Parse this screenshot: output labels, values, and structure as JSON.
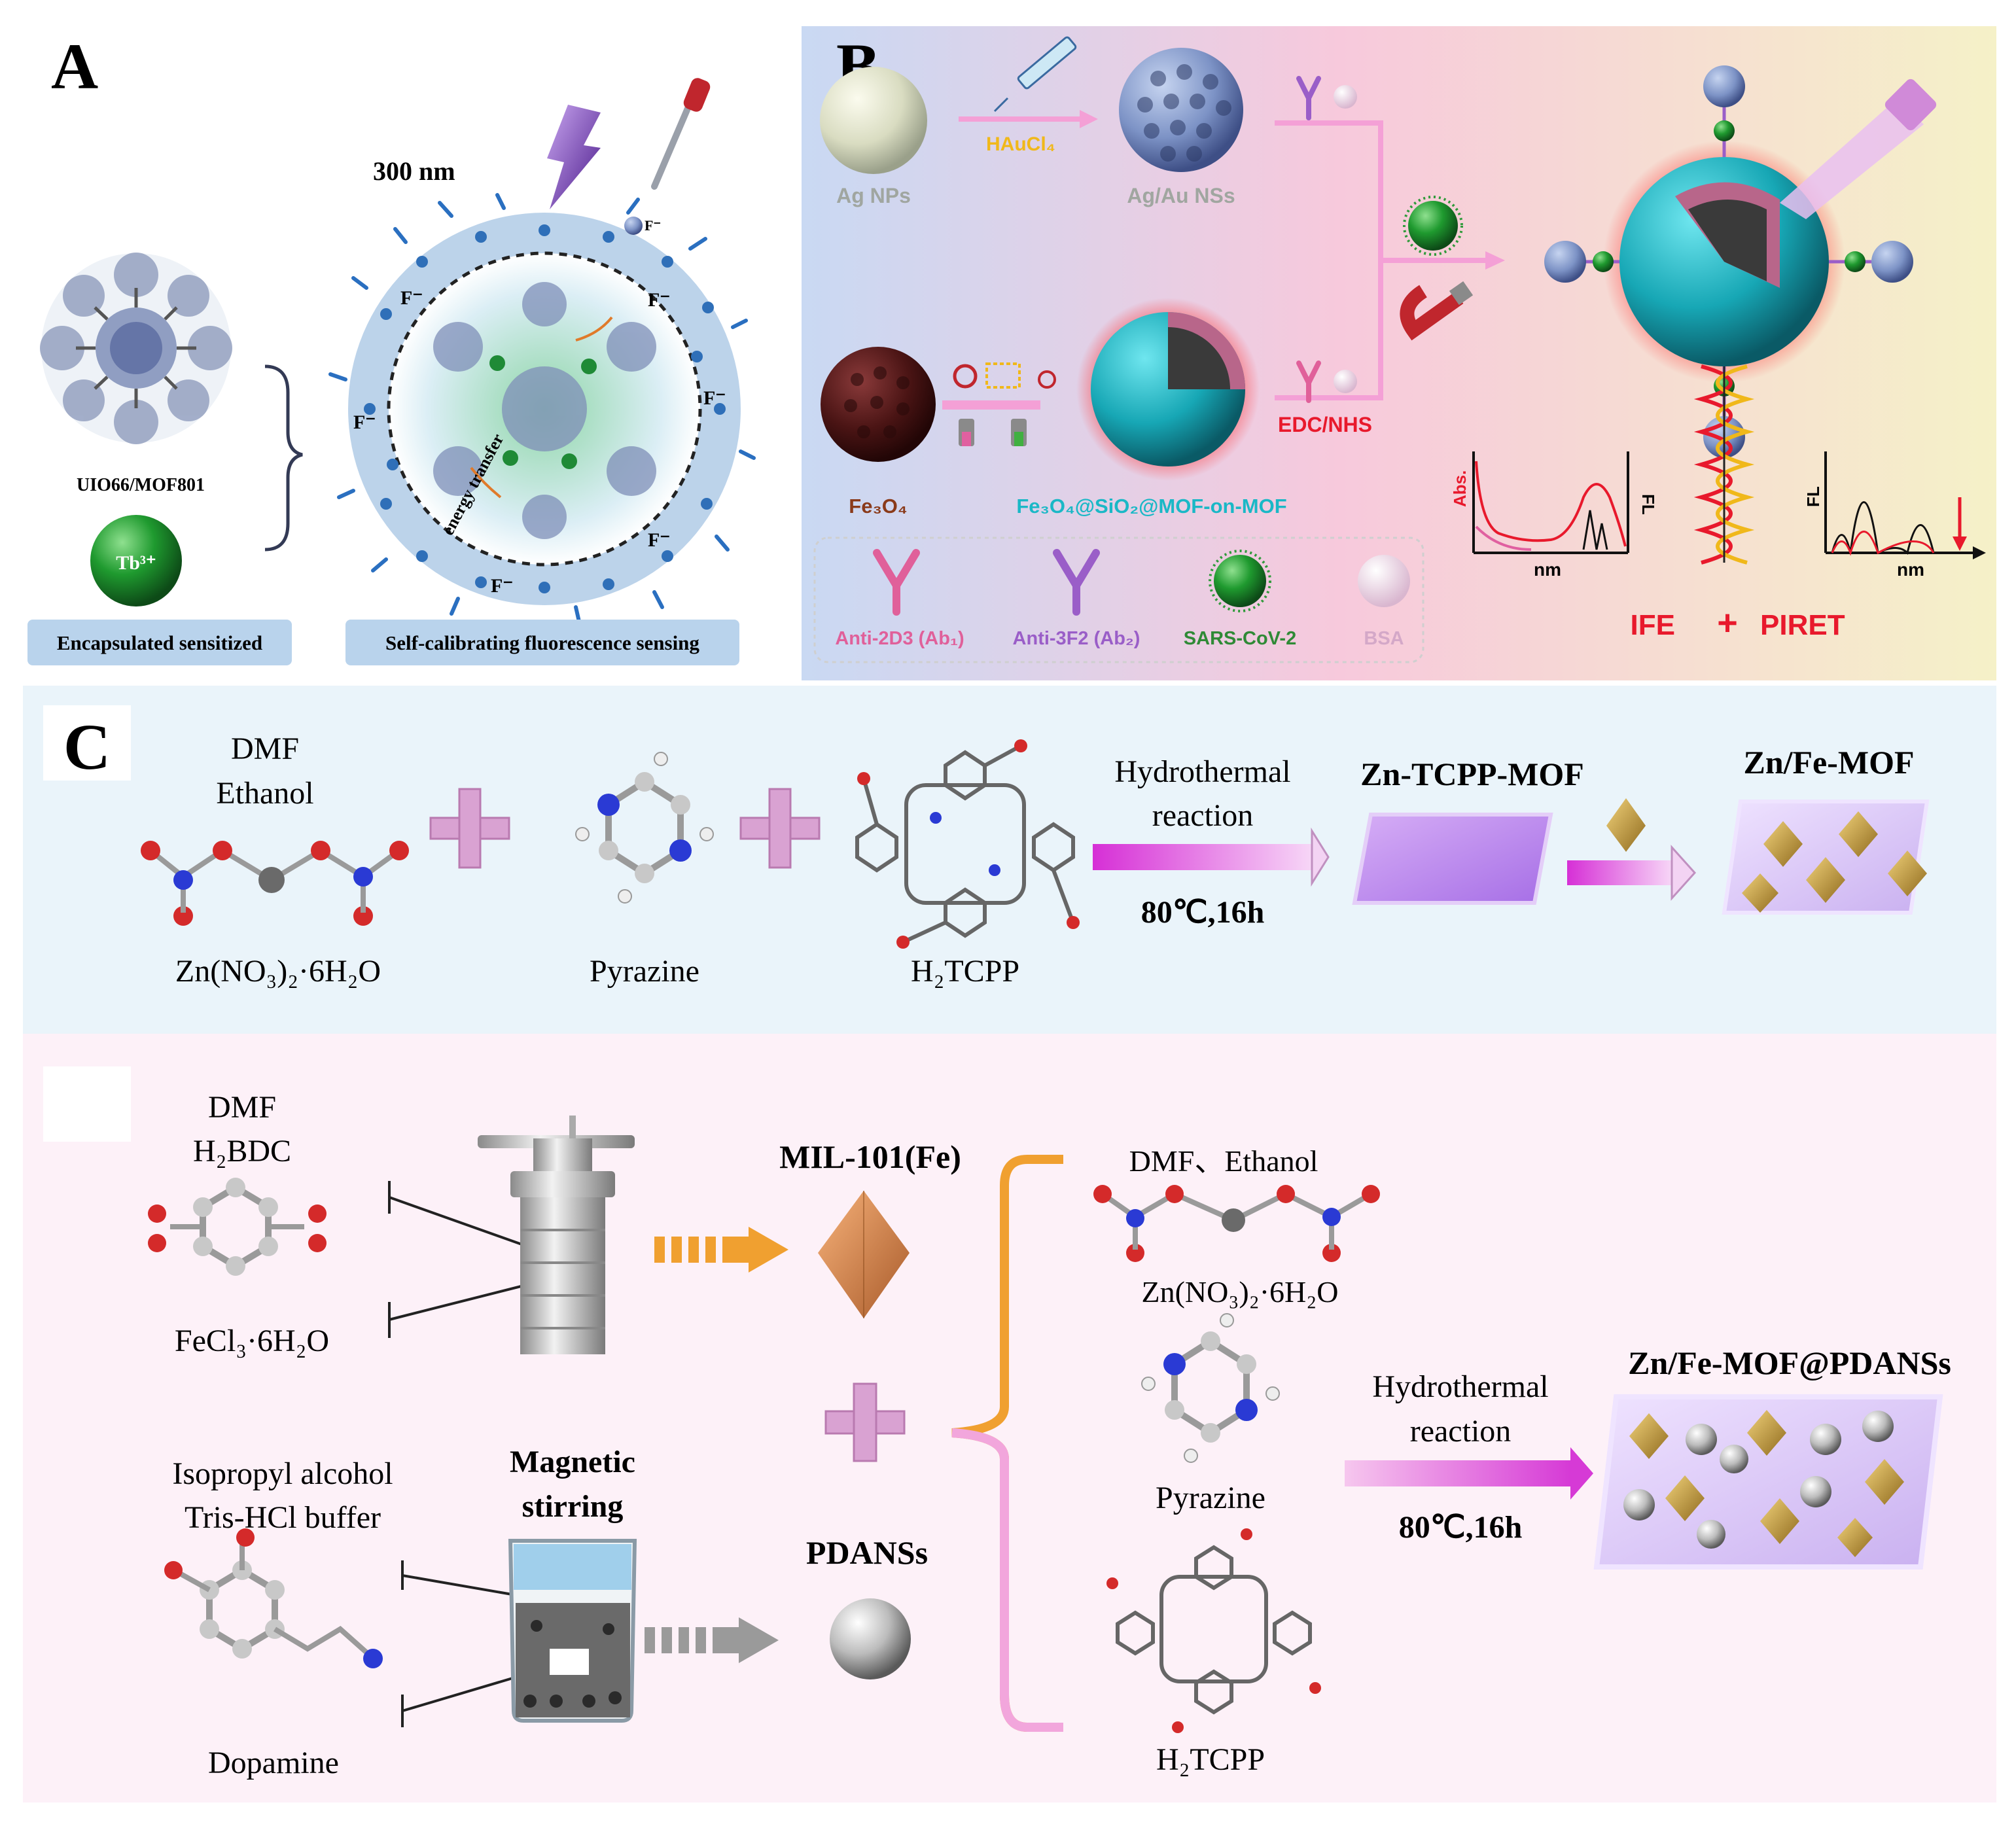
{
  "panel_a": {
    "letter": "A",
    "scale": "300 nm",
    "mof_label": "UIO66/MOF801",
    "tb_label": "Tb³⁺",
    "fluoride": "F⁻",
    "energy_label": "energy transfer",
    "caption_left": "Encapsulated sensitized",
    "caption_right": "Self-calibrating  fluorescence sensing"
  },
  "panel_b": {
    "letter": "B",
    "ag_nps": "Ag NPs",
    "haucl4": "HAuCl₄",
    "agau": "Ag/Au NSs",
    "fe3o4": "Fe₃O₄",
    "composite": "Fe₃O₄@SiO₂@MOF-on-MOF",
    "edc": "EDC/NHS",
    "legend": [
      "Anti-2D3 (Ab₁)",
      "Anti-3F2 (Ab₂)",
      "SARS-CoV-2",
      "BSA"
    ],
    "abs": "Abs.",
    "fl": "FL",
    "nm": "nm",
    "ife": "IFE",
    "piret": "PIRET",
    "colors": {
      "ab1": "#e0609a",
      "ab2": "#9a5ec8",
      "virus": "#2f9a3a",
      "red": "#e8192c",
      "teal": "#1ab8c6"
    }
  },
  "panel_c": {
    "letter": "C",
    "solvents": [
      "DMF",
      "Ethanol"
    ],
    "zinc_salt": "Zn(NO₃)₂·6H₂O",
    "pyrazine": "Pyrazine",
    "tcpp": "H₂TCPP",
    "hydro": [
      "Hydrothermal",
      "reaction"
    ],
    "condition": "80℃,16h",
    "zn_tcpp": "Zn-TCPP-MOF",
    "znfe": "Zn/Fe-MOF"
  },
  "panel_d": {
    "inputs_top": [
      "DMF",
      "H₂BDC"
    ],
    "fecl3": "FeCl₃·6H₂O",
    "mil": "MIL-101(Fe)",
    "inputs_bottom": [
      "Isopropyl alcohol",
      "Tris-HCl buffer"
    ],
    "magnetic": [
      "Magnetic",
      "stirring"
    ],
    "dopamine": "Dopamine",
    "pdans": "PDANSs",
    "solvents": "DMF、Ethanol",
    "zinc_salt": "Zn(NO₃)₂·6H₂O",
    "pyrazine": "Pyrazine",
    "tcpp": "H₂TCPP",
    "hydro": [
      "Hydrothermal",
      "reaction"
    ],
    "condition": "80℃,16h",
    "product": "Zn/Fe-MOF@PDANSs"
  }
}
